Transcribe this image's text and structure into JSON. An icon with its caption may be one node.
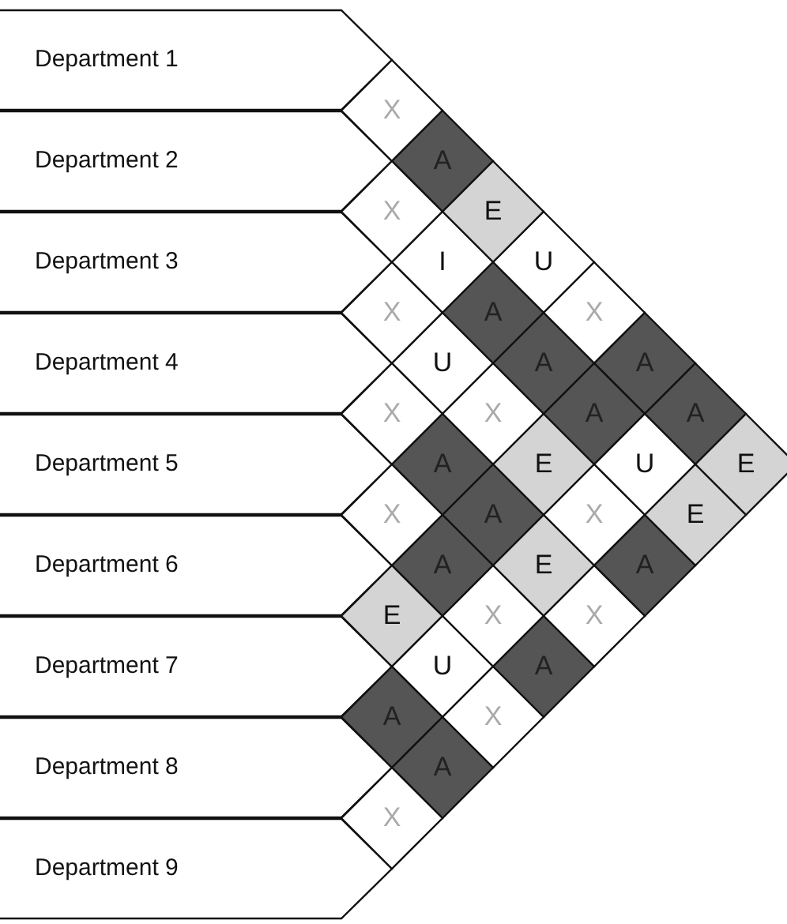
{
  "diagram": {
    "nodes": [
      {
        "text": [
          "Department 1"
        ]
      },
      {
        "text": [
          "Department 2"
        ]
      },
      {
        "text": [
          "Department 3"
        ]
      },
      {
        "text": [
          "Department 4"
        ]
      },
      {
        "text": [
          "Department 5"
        ]
      },
      {
        "text": [
          "Department 6"
        ]
      },
      {
        "text": [
          "Department 7"
        ]
      },
      {
        "text": [
          "Department 8"
        ]
      },
      {
        "text": [
          "Department 9"
        ]
      },
      {
        "text": [
          "X"
        ]
      },
      {
        "text": [
          "A"
        ]
      },
      {
        "text": [
          "X"
        ]
      },
      {
        "text": [
          "E"
        ]
      },
      {
        "text": [
          "I"
        ]
      },
      {
        "text": [
          "U"
        ]
      },
      {
        "text": [
          "X"
        ]
      },
      {
        "text": [
          "A"
        ]
      },
      {
        "text": [
          "X"
        ]
      },
      {
        "text": [
          "U"
        ]
      },
      {
        "text": [
          "A"
        ]
      },
      {
        "text": [
          "A"
        ]
      },
      {
        "text": [
          "X"
        ]
      },
      {
        "text": [
          "X"
        ]
      },
      {
        "text": [
          "A"
        ]
      },
      {
        "text": [
          "A"
        ]
      },
      {
        "text": [
          "A"
        ]
      },
      {
        "text": [
          "E"
        ]
      },
      {
        "text": [
          "U"
        ]
      },
      {
        "text": [
          "E"
        ]
      },
      {
        "text": [
          "X"
        ]
      },
      {
        "text": [
          "A"
        ]
      },
      {
        "text": [
          "X"
        ]
      },
      {
        "text": [
          "E"
        ]
      },
      {
        "text": [
          "A"
        ]
      },
      {
        "text": [
          "E"
        ]
      },
      {
        "text": [
          "A"
        ]
      },
      {
        "text": [
          "E"
        ]
      },
      {
        "text": [
          "X"
        ]
      },
      {
        "text": [
          "X"
        ]
      },
      {
        "text": [
          "U"
        ]
      },
      {
        "text": [
          "A"
        ]
      },
      {
        "text": [
          "A"
        ]
      },
      {
        "text": [
          "X"
        ]
      },
      {
        "text": [
          "A"
        ]
      },
      {
        "text": [
          "X"
        ]
      }
    ]
  }
}
